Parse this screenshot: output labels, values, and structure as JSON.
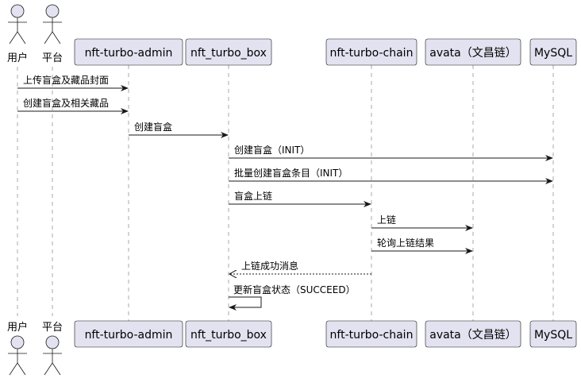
{
  "participants": [
    {
      "id": "user",
      "kind": "actor",
      "label": "用户"
    },
    {
      "id": "platform",
      "kind": "actor",
      "label": "平台"
    },
    {
      "id": "admin",
      "kind": "box",
      "label": "nft-turbo-admin"
    },
    {
      "id": "box",
      "kind": "box",
      "label": "nft_turbo_box"
    },
    {
      "id": "chain",
      "kind": "box",
      "label": "nft-turbo-chain"
    },
    {
      "id": "avata",
      "kind": "box",
      "label": "avata（文昌链）"
    },
    {
      "id": "mysql",
      "kind": "box",
      "label": "MySQL"
    }
  ],
  "messages": [
    {
      "from": "user",
      "to": "admin",
      "label": "上传盲盒及藏品封面",
      "style": "sync"
    },
    {
      "from": "user",
      "to": "admin",
      "label": "创建盲盒及相关藏品",
      "style": "sync"
    },
    {
      "from": "admin",
      "to": "box",
      "label": "创建盲盒",
      "style": "sync"
    },
    {
      "from": "box",
      "to": "mysql",
      "label": "创建盲盒（INIT）",
      "style": "sync"
    },
    {
      "from": "box",
      "to": "mysql",
      "label": "批量创建盲盒条目（INIT）",
      "style": "sync"
    },
    {
      "from": "box",
      "to": "chain",
      "label": "盲盒上链",
      "style": "sync"
    },
    {
      "from": "chain",
      "to": "avata",
      "label": "上链",
      "style": "sync"
    },
    {
      "from": "chain",
      "to": "avata",
      "label": "轮询上链结果",
      "style": "sync"
    },
    {
      "from": "chain",
      "to": "box",
      "label": "上链成功消息",
      "style": "reply"
    },
    {
      "from": "box",
      "to": "box",
      "label": "更新盲盒状态（SUCCEED）",
      "style": "self"
    }
  ]
}
